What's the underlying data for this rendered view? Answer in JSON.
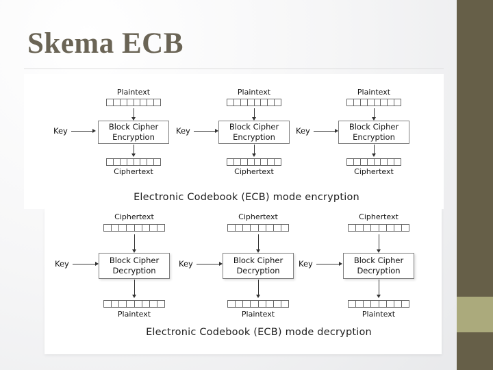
{
  "title": "Skema ECB",
  "colors": {
    "title_text": "#6a6455",
    "sidebar_dark": "#665f48",
    "sidebar_accent": "#abaa7c",
    "diagram_ink": "#1d1d1d"
  },
  "encryption_diagram": {
    "caption": "Electronic Codebook (ECB) mode encryption",
    "units": [
      {
        "key_label": "Key",
        "input_label": "Plaintext",
        "box_line1": "Block Cipher",
        "box_line2": "Encryption",
        "output_label": "Ciphertext"
      },
      {
        "key_label": "Key",
        "input_label": "Plaintext",
        "box_line1": "Block Cipher",
        "box_line2": "Encryption",
        "output_label": "Ciphertext"
      },
      {
        "key_label": "Key",
        "input_label": "Plaintext",
        "box_line1": "Block Cipher",
        "box_line2": "Encryption",
        "output_label": "Ciphertext"
      }
    ]
  },
  "decryption_diagram": {
    "caption": "Electronic Codebook (ECB) mode decryption",
    "units": [
      {
        "key_label": "Key",
        "input_label": "Ciphertext",
        "box_line1": "Block Cipher",
        "box_line2": "Decryption",
        "output_label": "Plaintext"
      },
      {
        "key_label": "Key",
        "input_label": "Ciphertext",
        "box_line1": "Block Cipher",
        "box_line2": "Decryption",
        "output_label": "Plaintext"
      },
      {
        "key_label": "Key",
        "input_label": "Ciphertext",
        "box_line1": "Block Cipher",
        "box_line2": "Decryption",
        "output_label": "Plaintext"
      }
    ]
  }
}
